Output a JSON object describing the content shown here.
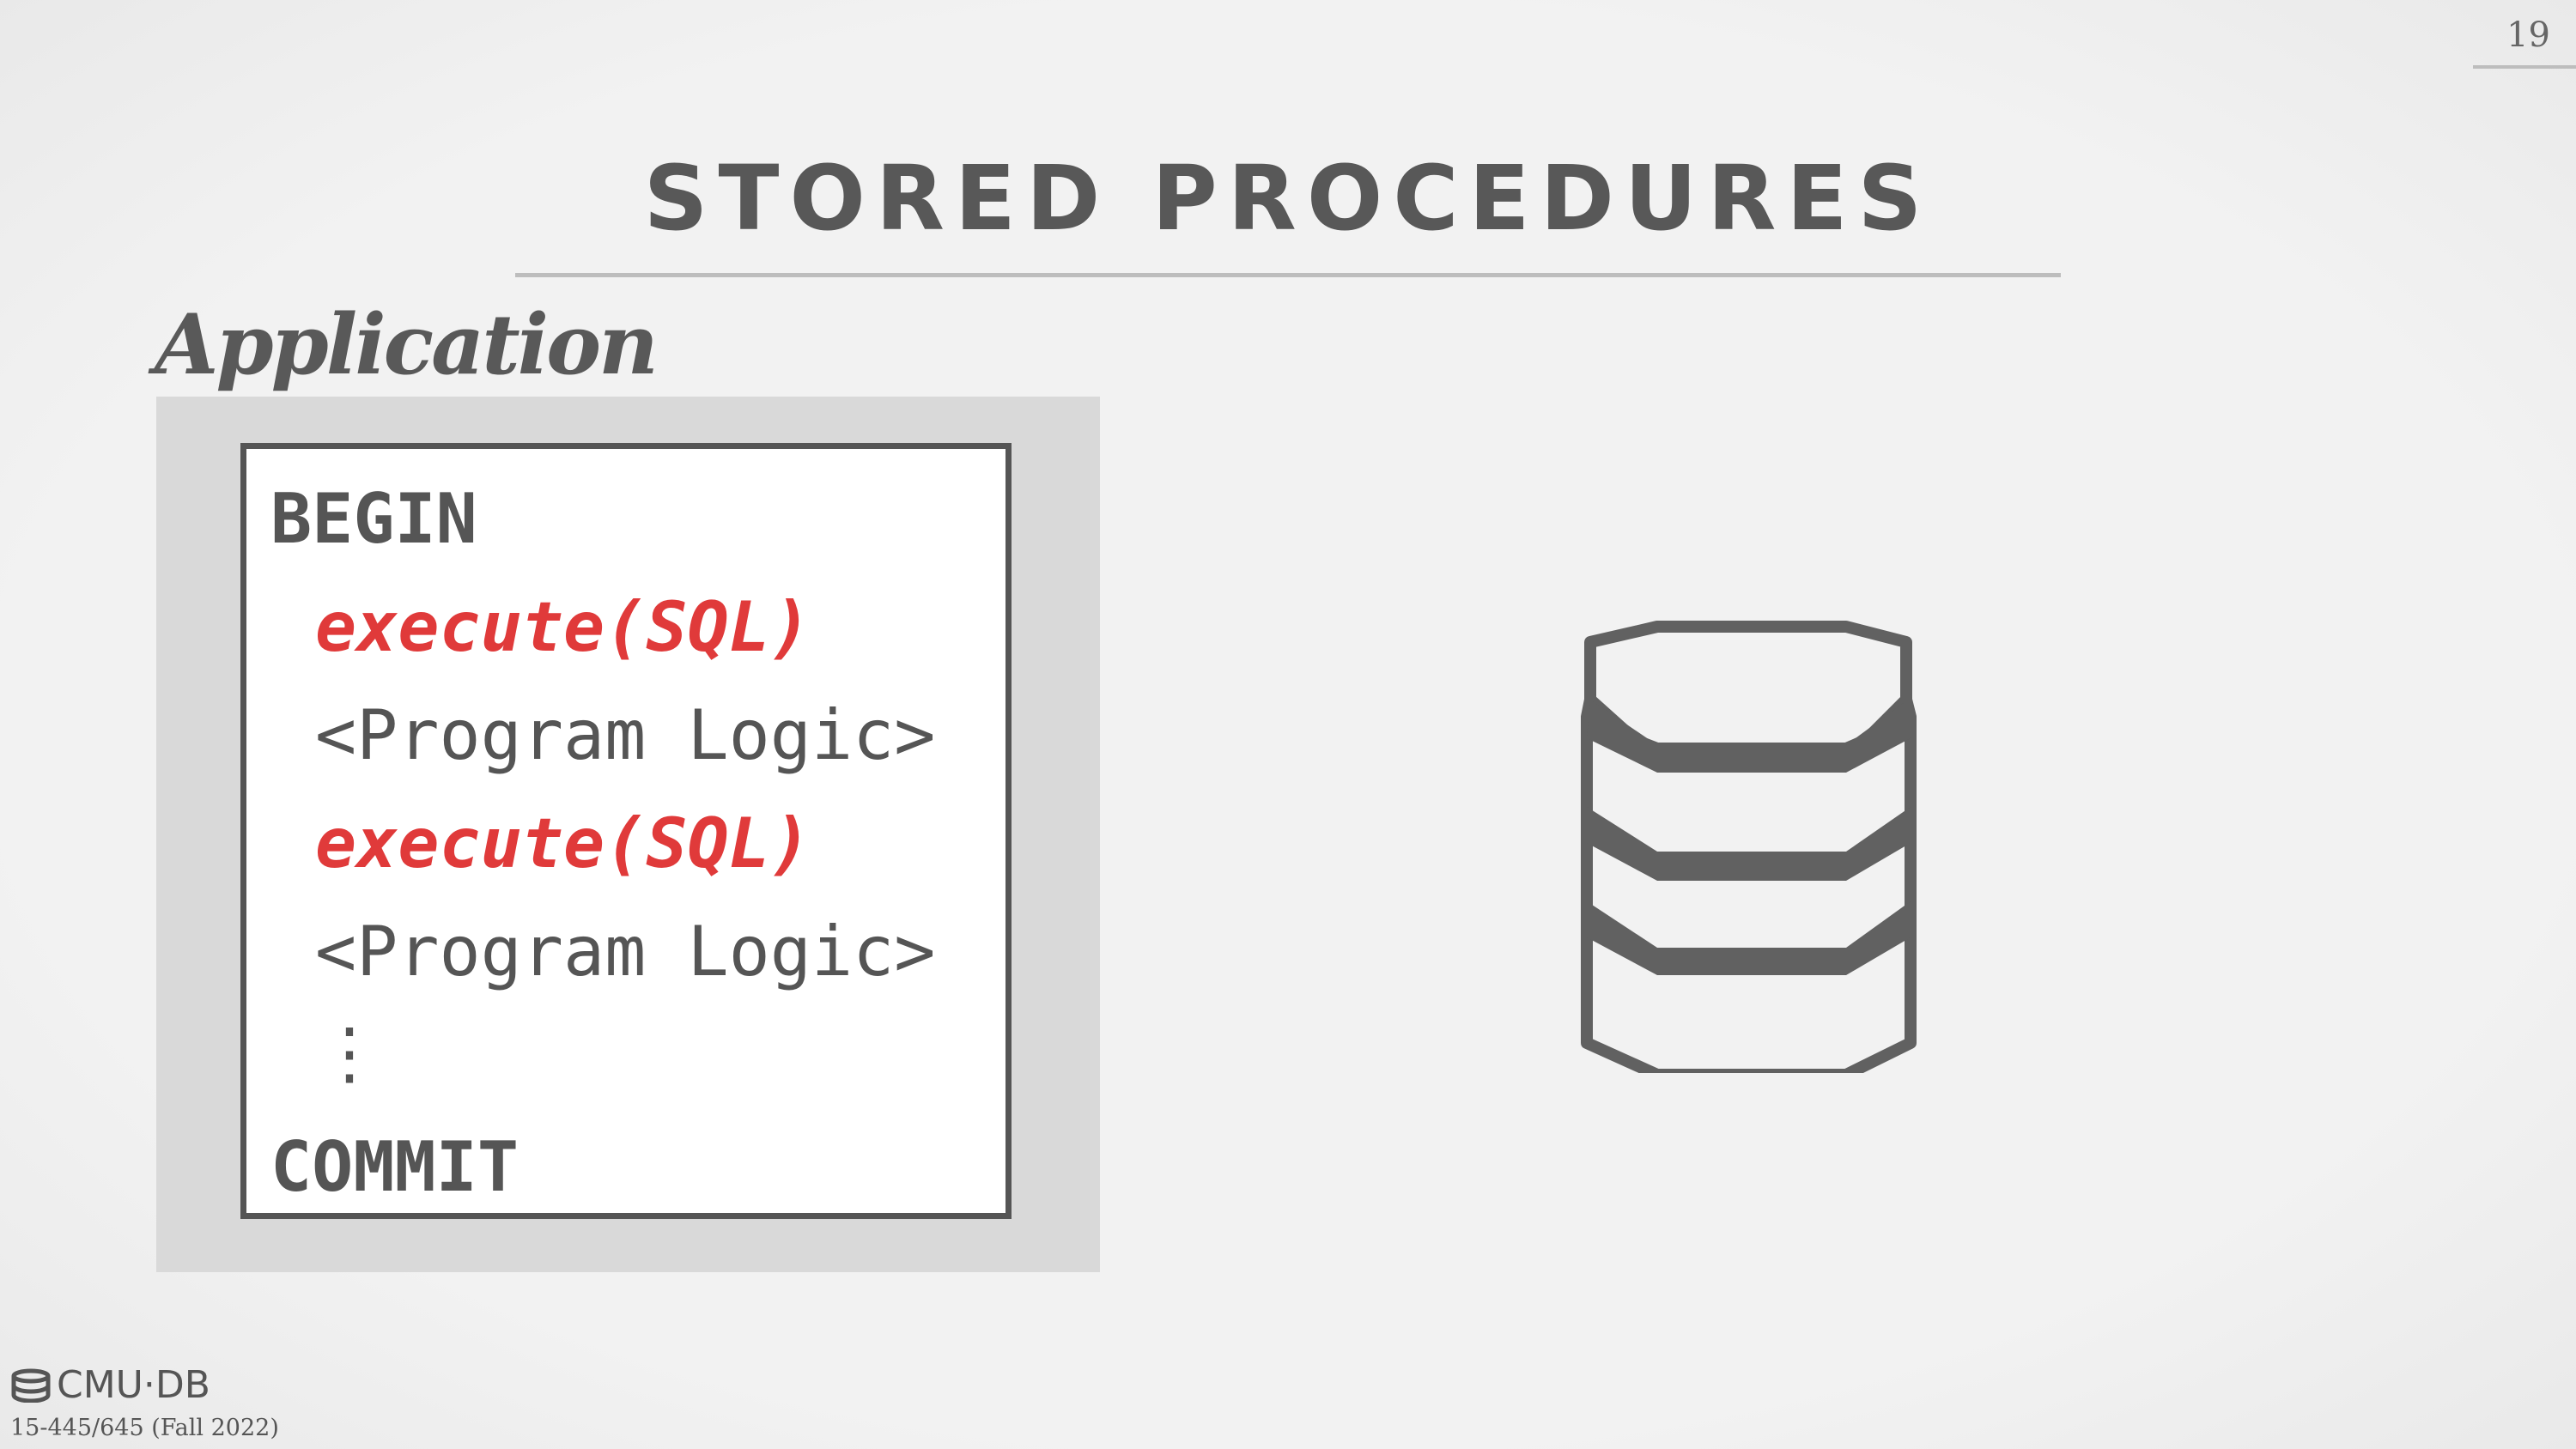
{
  "page_number": "19",
  "title": "STORED PROCEDURES",
  "application_label": "Application",
  "code": {
    "begin": "BEGIN",
    "lines": [
      {
        "kind": "sql",
        "text": "execute(SQL)"
      },
      {
        "kind": "logic",
        "text": "<Program Logic>"
      },
      {
        "kind": "sql",
        "text": "execute(SQL)"
      },
      {
        "kind": "logic",
        "text": "<Program Logic>"
      },
      {
        "kind": "ellipsis",
        "text": "⋮"
      }
    ],
    "commit": "COMMIT"
  },
  "colors": {
    "sql": "#e03a3a",
    "text": "#555555",
    "panel": "#d9d9d9"
  },
  "footer": {
    "logo_text": "CMU·DB",
    "course": "15-445/645 (Fall 2022)"
  },
  "icons": [
    "database-icon",
    "cmu-db-logo-icon"
  ]
}
